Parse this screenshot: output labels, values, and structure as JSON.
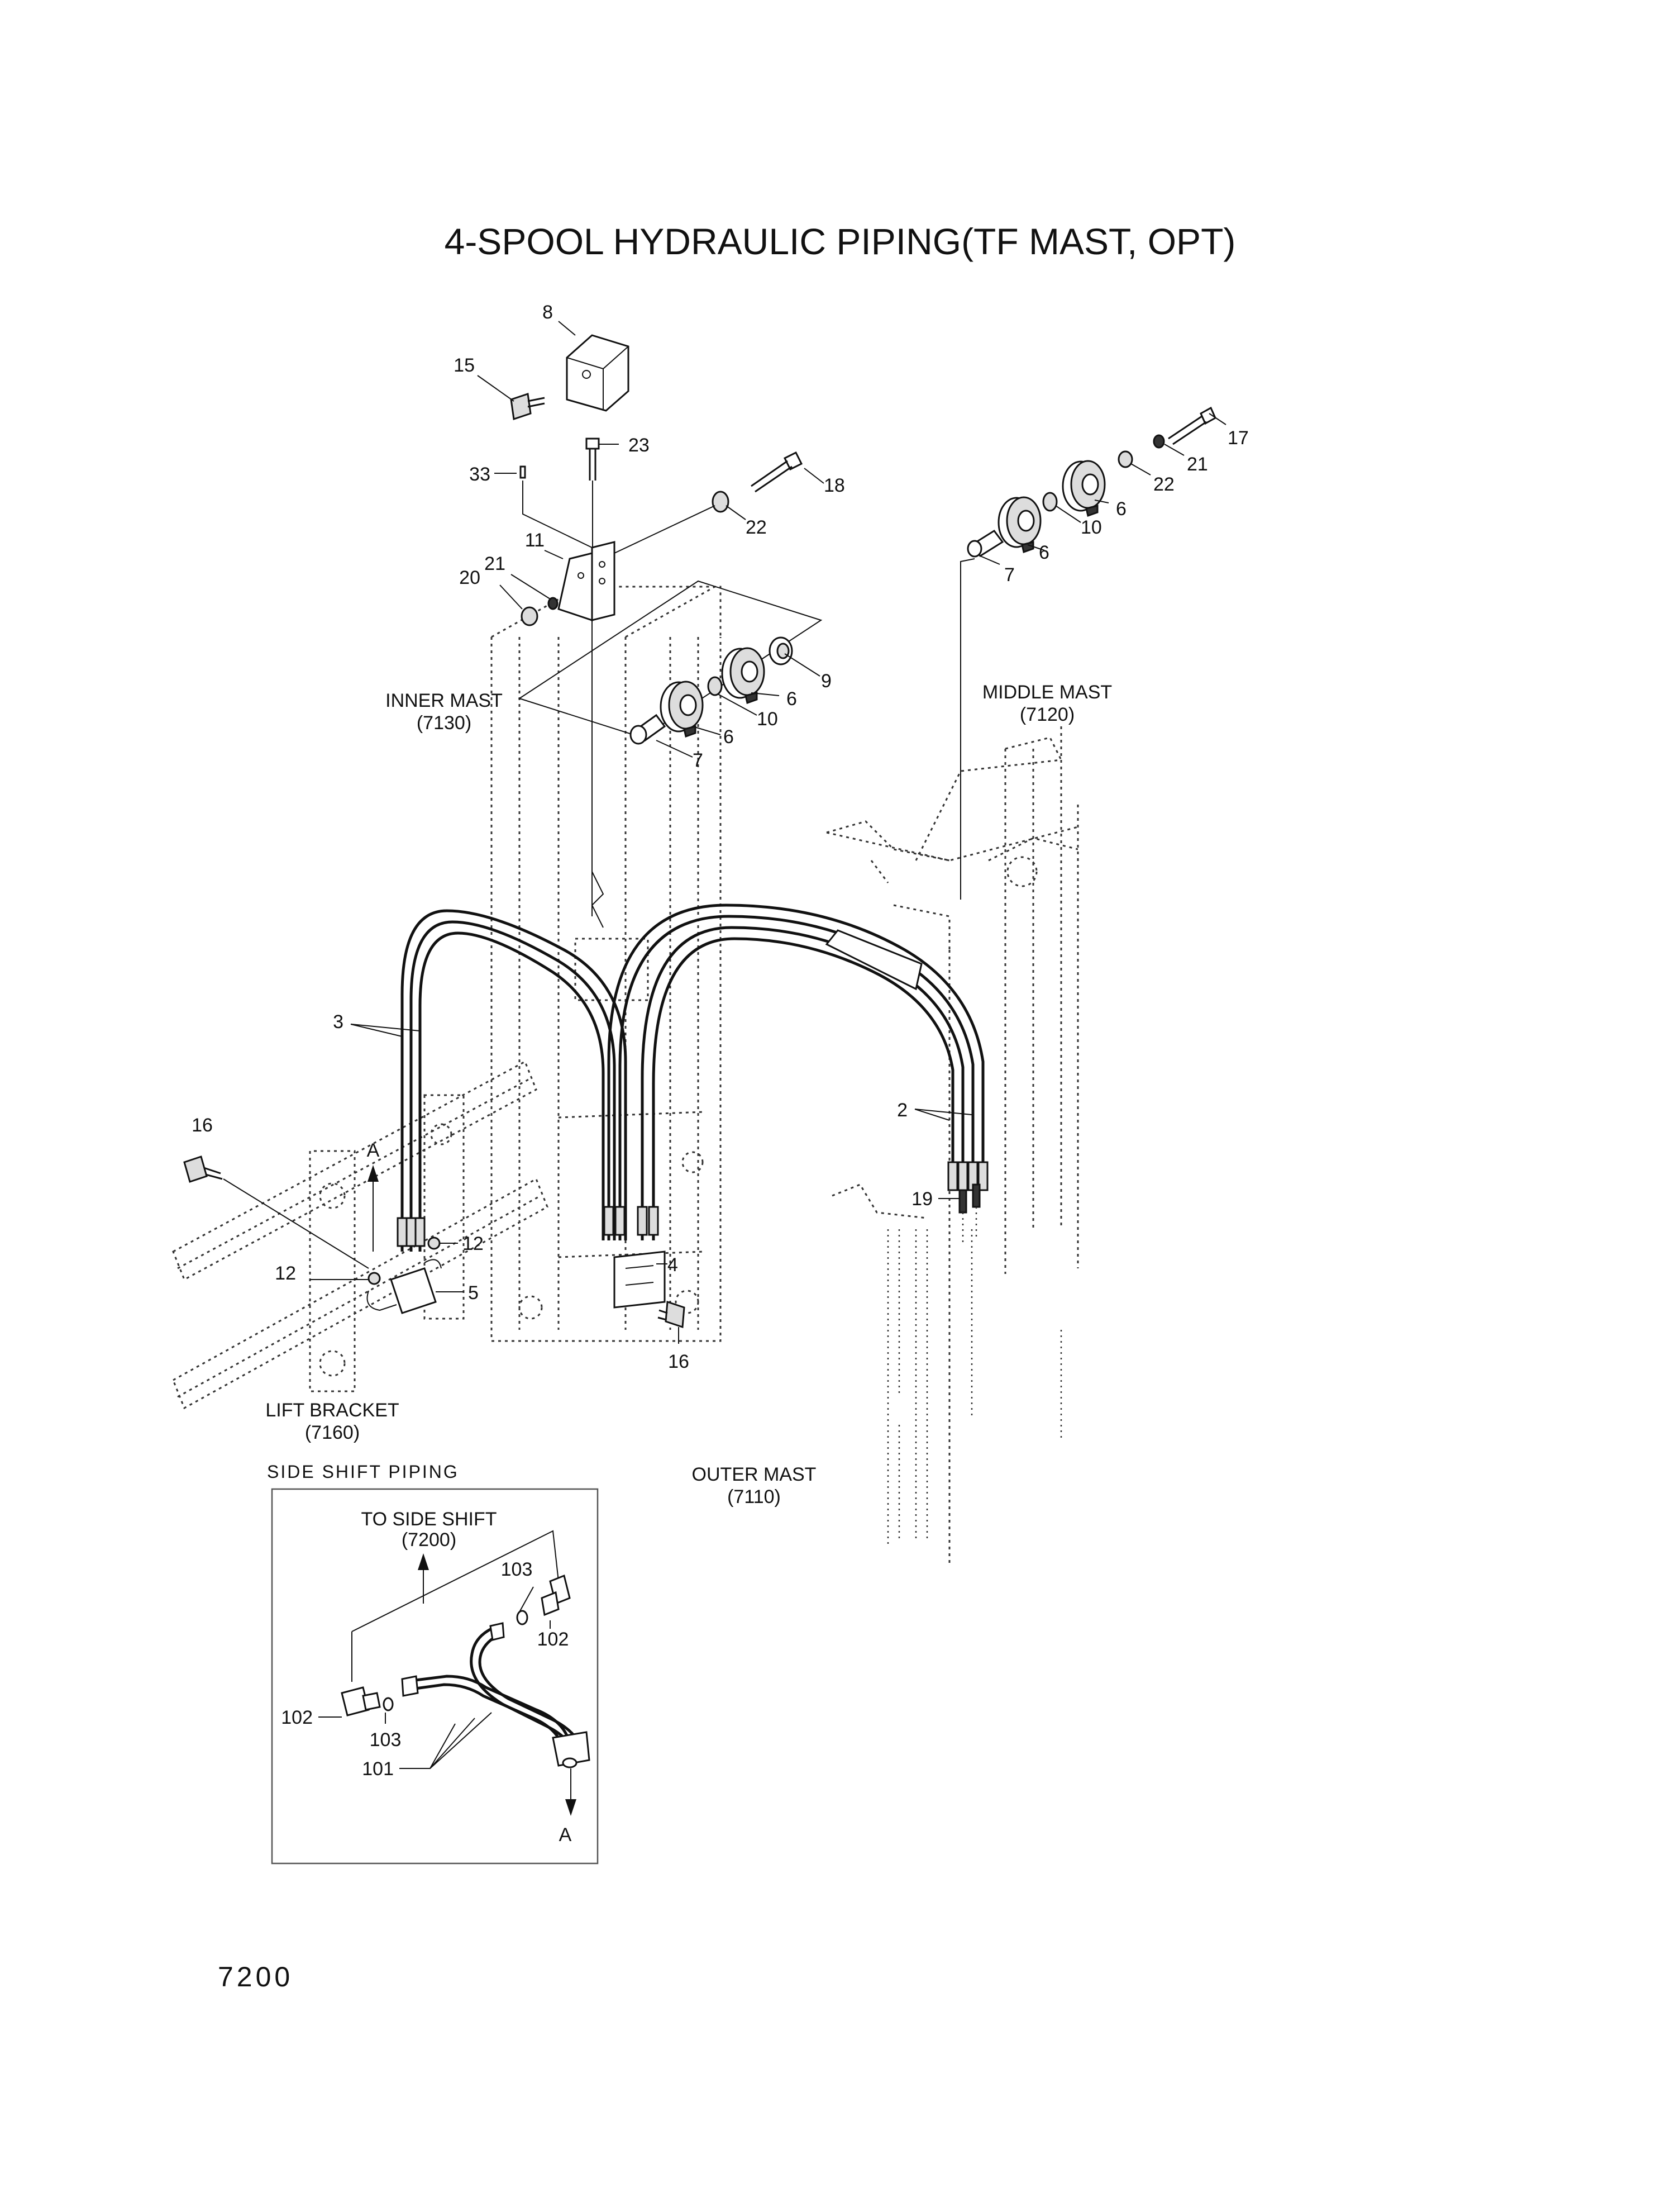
{
  "title": "4-SPOOL HYDRAULIC PIPING(TF MAST, OPT)",
  "page_number": "7200",
  "assemblies": {
    "inner_mast": {
      "name": "INNER MAST",
      "code": "(7130)"
    },
    "middle_mast": {
      "name": "MIDDLE MAST",
      "code": "(7120)"
    },
    "outer_mast": {
      "name": "OUTER MAST",
      "code": "(7110)"
    },
    "lift_bracket": {
      "name": "LIFT BRACKET",
      "code": "(7160)"
    }
  },
  "inset": {
    "heading": "SIDE SHIFT PIPING",
    "to_side_shift": "TO SIDE SHIFT",
    "to_side_shift_code": "(7200)",
    "arrow_ref": "A",
    "callouts": {
      "c101": "101",
      "c102a": "102",
      "c102b": "102",
      "c103a": "103",
      "c103b": "103"
    }
  },
  "arrow_ref_main": "A",
  "callouts": {
    "c2": "2",
    "c3": "3",
    "c4": "4",
    "c5": "5",
    "c6a": "6",
    "c6b": "6",
    "c6c": "6",
    "c6d": "6",
    "c7a": "7",
    "c7b": "7",
    "c8": "8",
    "c9": "9",
    "c10a": "10",
    "c10b": "10",
    "c11": "11",
    "c12a": "12",
    "c12b": "12",
    "c15": "15",
    "c16a": "16",
    "c16b": "16",
    "c17": "17",
    "c18": "18",
    "c19": "19",
    "c20": "20",
    "c21a": "21",
    "c21b": "21",
    "c22a": "22",
    "c22b": "22",
    "c23": "23",
    "c33": "33"
  }
}
